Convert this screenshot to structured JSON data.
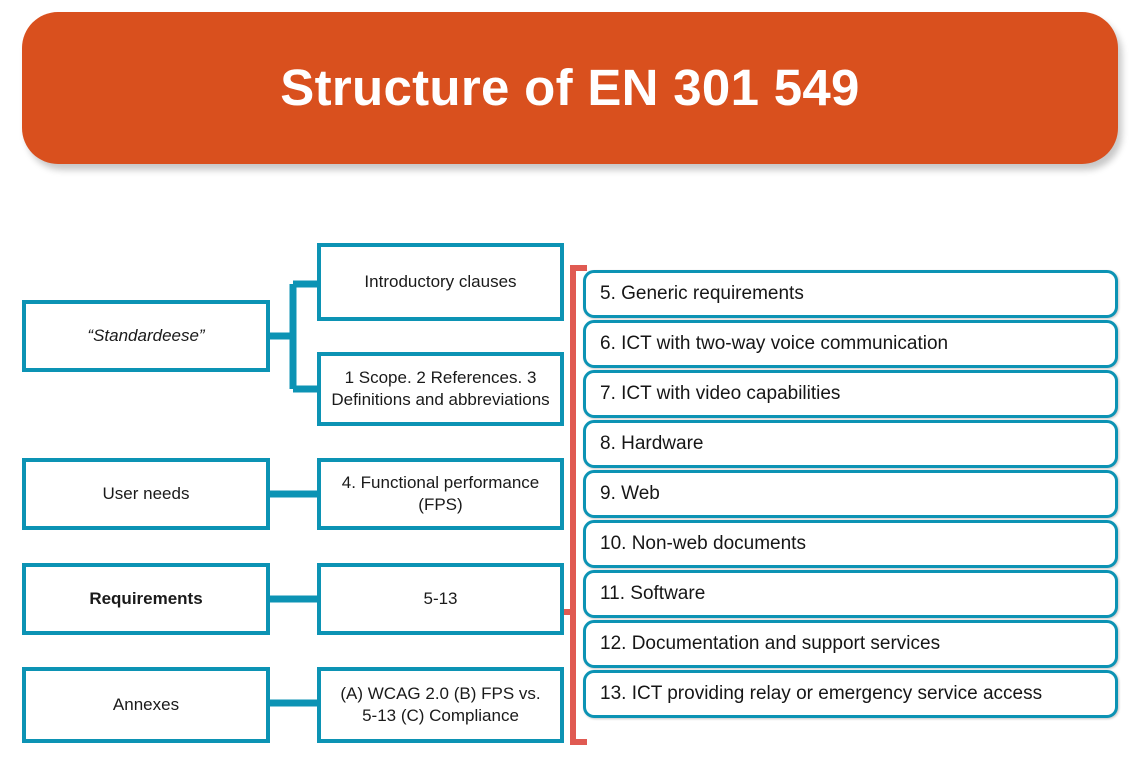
{
  "header": {
    "title": "Structure of EN 301 549",
    "background_color": "#d9501e",
    "text_color": "#ffffff"
  },
  "theme": {
    "box_border_color": "#0c93b4",
    "connector_color": "#0c93b4",
    "bracket_color": "#e05a52",
    "box_fill": "#ffffff"
  },
  "diagram": {
    "type": "hierarchy",
    "categories": [
      {
        "id": "standardeese",
        "label": "“Standardeese”",
        "style": "italic"
      },
      {
        "id": "user-needs",
        "label": "User needs",
        "style": "normal"
      },
      {
        "id": "requirements",
        "label": "Requirements",
        "style": "bold"
      },
      {
        "id": "annexes",
        "label": "Annexes",
        "style": "normal"
      }
    ],
    "clauses": [
      {
        "id": "introductory-clauses",
        "label": "Introductory clauses",
        "parent": "standardeese"
      },
      {
        "id": "scope-references-definitions",
        "label": "1 Scope. 2 References. 3 Definitions and abbreviations",
        "parent": "standardeese"
      },
      {
        "id": "functional-performance",
        "label": "4. Functional performance (FPS)",
        "parent": "user-needs"
      },
      {
        "id": "clauses-5-13",
        "label": "5-13",
        "parent": "requirements"
      },
      {
        "id": "annex-contents",
        "label": "(A) WCAG 2.0 (B) FPS vs. 5-13 (C) Compliance",
        "parent": "annexes"
      }
    ],
    "requirement_items": [
      {
        "number": "5.",
        "label": "5. Generic requirements"
      },
      {
        "number": "6.",
        "label": "6. ICT with two-way voice communication"
      },
      {
        "number": "7.",
        "label": "7. ICT with video capabilities"
      },
      {
        "number": "8.",
        "label": "8. Hardware"
      },
      {
        "number": "9.",
        "label": "9. Web"
      },
      {
        "number": "10.",
        "label": "10. Non-web documents"
      },
      {
        "number": "11.",
        "label": "11. Software"
      },
      {
        "number": "12.",
        "label": "12. Documentation and support services"
      },
      {
        "number": "13.",
        "label": "13. ICT providing relay or emergency service access"
      }
    ]
  }
}
